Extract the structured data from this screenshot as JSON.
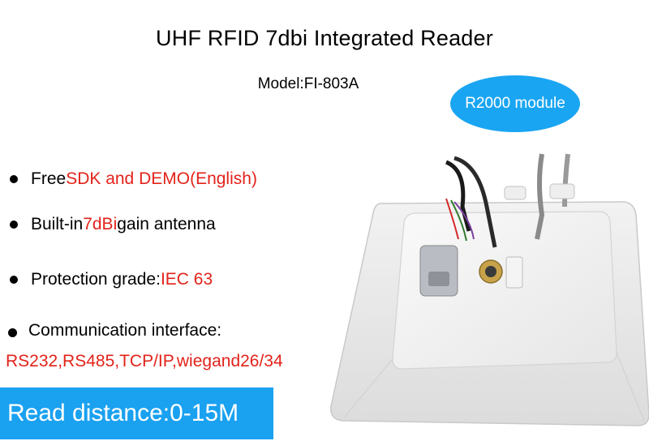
{
  "title": "UHF RFID 7dbi Integrated Reader",
  "model": "Model:FI-803A",
  "badge": "R2000 module",
  "features": [
    {
      "prefix": "Free ",
      "highlight": "SDK and DEMO(English)",
      "suffix": ""
    },
    {
      "prefix": "Built-in ",
      "highlight": "7dBi",
      "suffix": " gain antenna"
    },
    {
      "prefix": "Protection grade:",
      "highlight": "IEC 63",
      "suffix": ""
    },
    {
      "prefix": "Communication interface:",
      "highlight": "",
      "suffix": ""
    }
  ],
  "interfaces": "RS232,RS485,TCP/IP,wiegand26/34",
  "read_distance": "Read distance:0-15M",
  "colors": {
    "accent_blue": "#1aa1f0",
    "highlight_red": "#e2231a"
  }
}
